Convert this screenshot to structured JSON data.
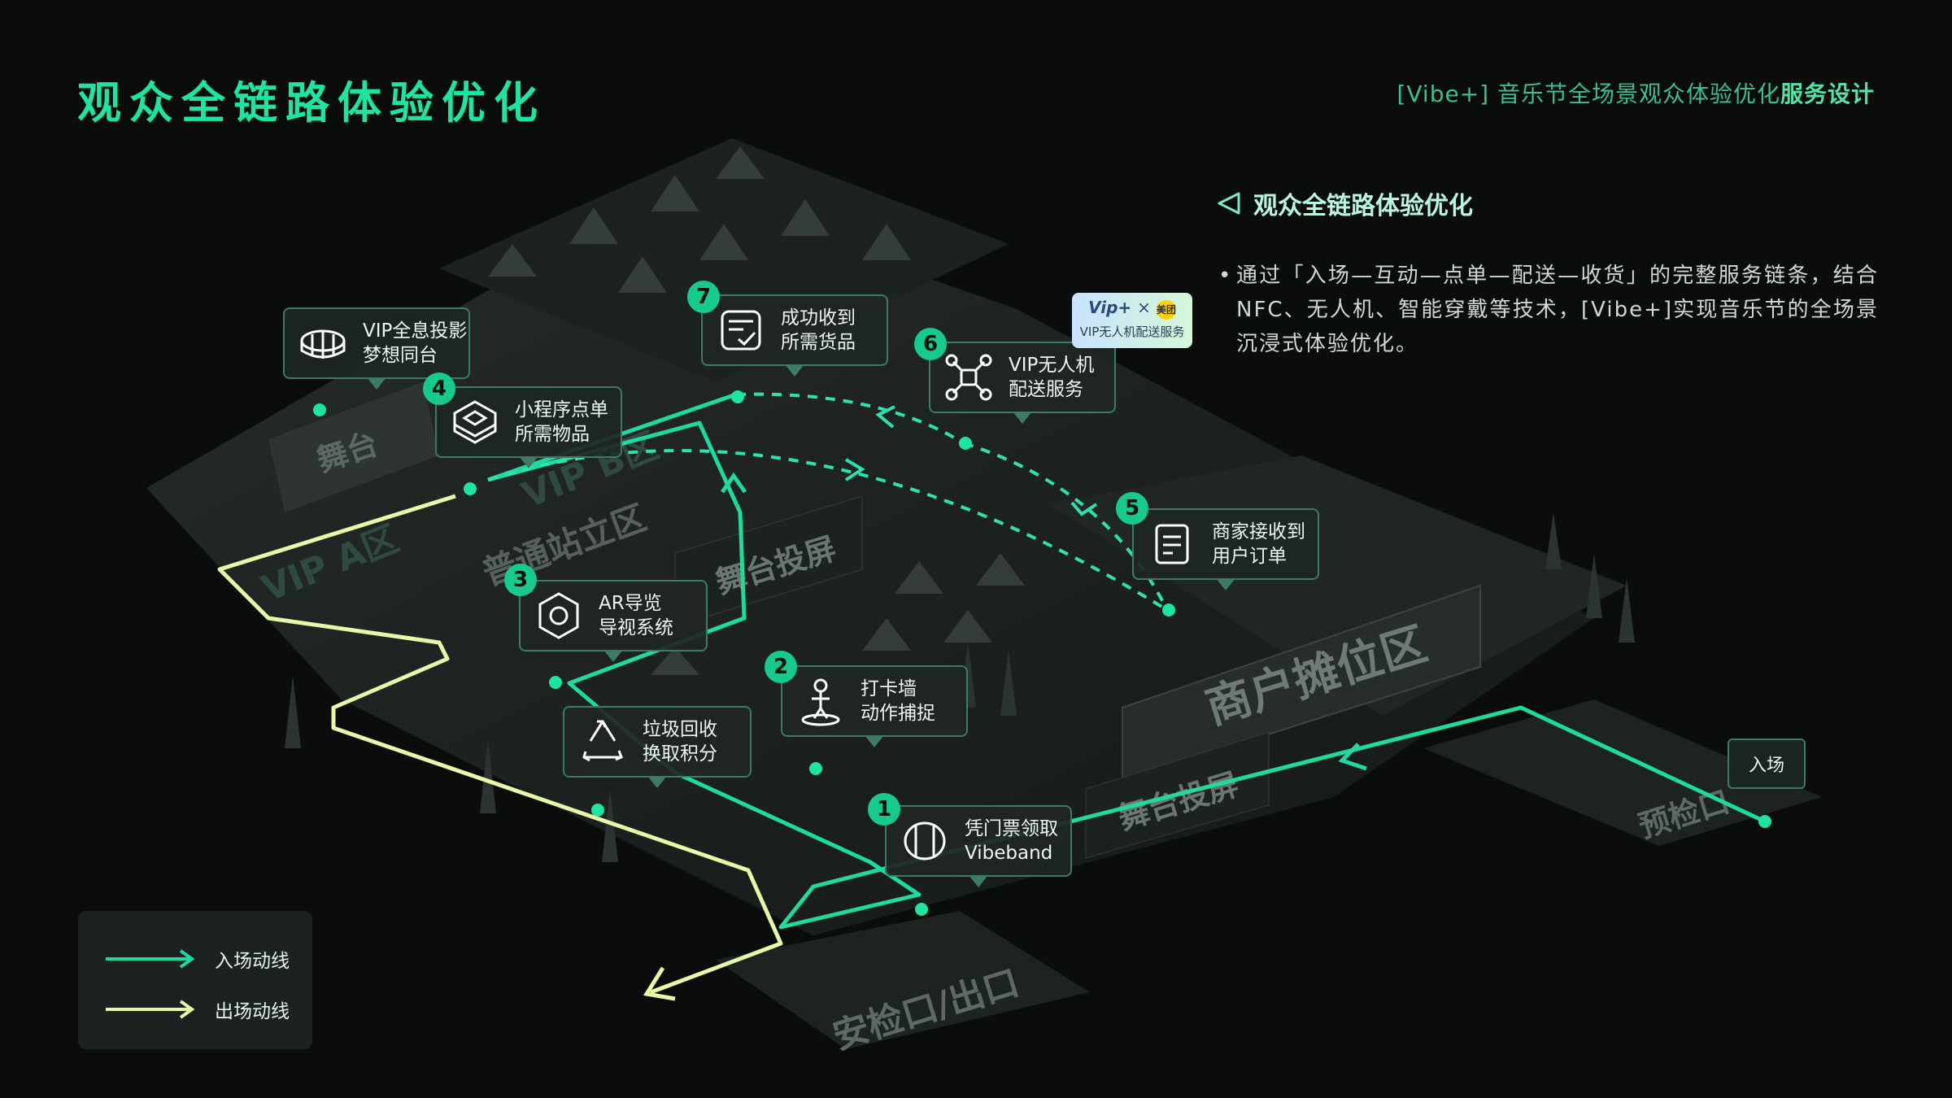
{
  "header": {
    "title": "观众全链路体验优化",
    "subtitle_prefix": "[Vibe+] 音乐节全场景观众体验优化",
    "subtitle_bold": "服务设计"
  },
  "section": {
    "title": "观众全链路体验优化",
    "description": "通过「入场—互动—点单—配送—收货」的完整服务链条，结合 NFC、无人机、智能穿戴等技术，[Vibe+]实现音乐节的全场景沉浸式体验优化。"
  },
  "map_labels": {
    "stage": "舞台",
    "vip_a": "VIP A区",
    "vip_b": "VIP B区",
    "standing": "普通站立区",
    "screen_1": "舞台投屏",
    "screen_2": "舞台投屏",
    "vendor": "商户摊位区",
    "security": "安检口/出口",
    "precheck": "预检口",
    "entry_tag": "入场"
  },
  "steps": [
    {
      "num": "1",
      "line1": "凭门票领取",
      "line2": "Vibeband",
      "icon": "band-icon"
    },
    {
      "num": "2",
      "line1": "打卡墙",
      "line2": "动作捕捉",
      "icon": "person-pin-icon"
    },
    {
      "num": "3",
      "line1": "AR导览",
      "line2": "导视系统",
      "icon": "ar-hex-icon"
    },
    {
      "num": "4",
      "line1": "小程序点单",
      "line2": "所需物品",
      "icon": "cube-icon"
    },
    {
      "num": "5",
      "line1": "商家接收到",
      "line2": "用户订单",
      "icon": "order-doc-icon"
    },
    {
      "num": "6",
      "line1": "VIP无人机",
      "line2": "配送服务",
      "icon": "drone-icon"
    },
    {
      "num": "7",
      "line1": "成功收到",
      "line2": "所需货品",
      "icon": "received-doc-icon"
    }
  ],
  "extra_callouts": {
    "vip_holo": {
      "line1": "VIP全息投影",
      "line2": "梦想同台"
    },
    "recycle": {
      "line1": "垃圾回收",
      "line2": "换取积分"
    }
  },
  "badge": {
    "logo_left": "Vip+",
    "cross": "×",
    "logo_right": "美团",
    "caption": "VIP无人机配送服务"
  },
  "legend": {
    "entry": "入场动线",
    "exit": "出场动线"
  },
  "colors": {
    "accent": "#1fe3a0",
    "entry_line": "#1fd9a0",
    "exit_line": "#e8f7a8",
    "dashed": "#2fe0b0"
  }
}
